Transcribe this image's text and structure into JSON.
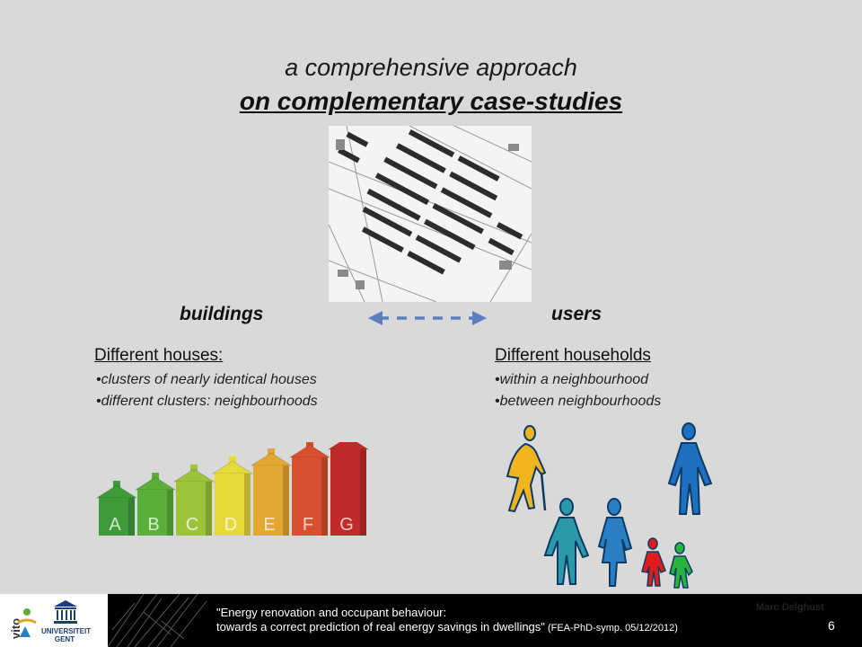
{
  "slide": {
    "title_line1": "a comprehensive approach",
    "title_line2": "on complementary case-studies",
    "label_left": "buildings",
    "label_right": "users",
    "left": {
      "heading": "Different houses:",
      "bullets": [
        "•clusters of nearly identical houses",
        "•different clusters: neighbourhoods"
      ]
    },
    "right": {
      "heading": "Different households",
      "bullets": [
        "•within a neighbourhood",
        "•between neighbourhoods"
      ]
    },
    "house_letters": [
      "A",
      "B",
      "C",
      "D",
      "E",
      "F",
      "G"
    ],
    "house_colors": [
      "#3f9a3a",
      "#5aae3a",
      "#9cc33a",
      "#e6d93a",
      "#e2a832",
      "#d8502f",
      "#c02a28"
    ],
    "people_colors": [
      "#f0b41e",
      "#2a9aa8",
      "#2a7fc4",
      "#e21c1c",
      "#28b43a",
      "#1e6fbf"
    ]
  },
  "footer": {
    "vito_logo": "vito",
    "ugent_logo_line1": "UNIVERSITEIT",
    "ugent_logo_line2": "GENT",
    "line1": "\"Energy renovation and occupant behaviour:",
    "line2": "towards a correct prediction of real energy savings in dwellings\"",
    "line2_small": " (FEA-PhD-symp. 05/12/2012)",
    "author": "Marc Delghust",
    "page_number": "6"
  }
}
